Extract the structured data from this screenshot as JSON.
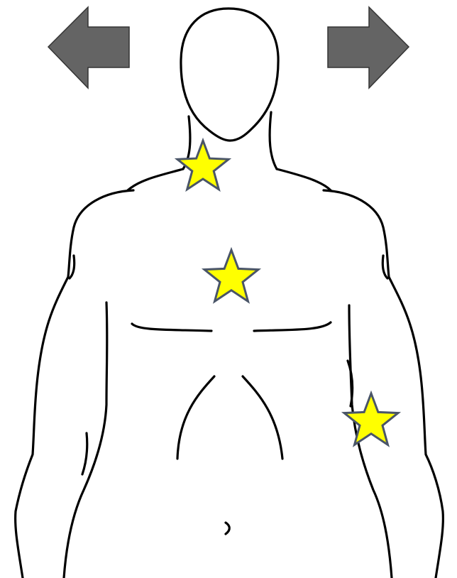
{
  "figure": {
    "subject": "human-upper-body-front-outline",
    "line_color": "#000000",
    "background": "#ffffff"
  },
  "navigation": {
    "arrow_color": "#646464",
    "arrow_stroke": "#333333",
    "previous_icon": "arrow-left-icon",
    "next_icon": "arrow-right-icon"
  },
  "markers": {
    "icon": "star-icon",
    "fill": "#ffff00",
    "stroke": "#4a5568",
    "items": [
      {
        "id": "neck",
        "region": "neck-left"
      },
      {
        "id": "sternum",
        "region": "chest-center"
      },
      {
        "id": "forearm",
        "region": "left-forearm"
      }
    ]
  }
}
